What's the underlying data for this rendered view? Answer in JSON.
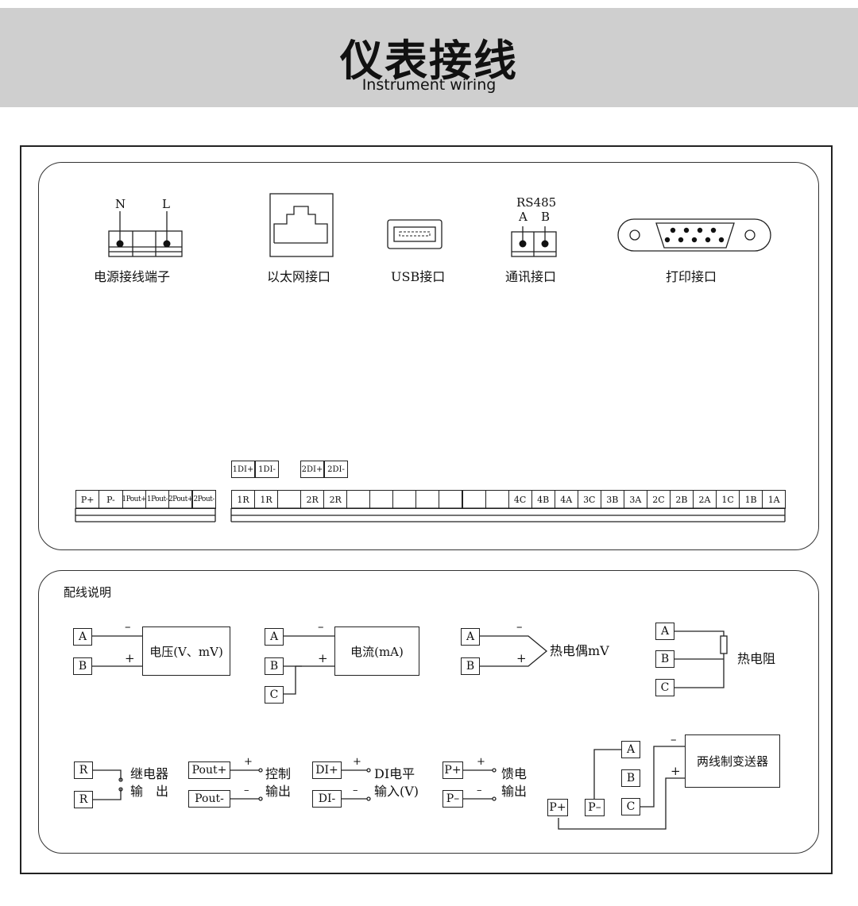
{
  "header": {
    "title": "仪表接线",
    "subtitle": "Instrument wiring"
  },
  "ports": {
    "power": {
      "n": "N",
      "l": "L",
      "label": "电源接线端子"
    },
    "ethernet": {
      "label": "以太网接口"
    },
    "usb": {
      "label": "USB接口"
    },
    "comm": {
      "title": "RS485",
      "a": "A",
      "b": "B",
      "label": "通讯接口"
    },
    "printer": {
      "label": "打印接口"
    }
  },
  "terminals": {
    "left": [
      "P+",
      "P-",
      "1Pout+",
      "1Pout-",
      "2Pout+",
      "2Pout-"
    ],
    "right": [
      "1R",
      "1R",
      "",
      "2R",
      "2R",
      "",
      "",
      "",
      "",
      "",
      "",
      "",
      "4C",
      "4B",
      "4A",
      "3C",
      "3B",
      "3A",
      "2C",
      "2B",
      "2A",
      "1C",
      "1B",
      "1A"
    ],
    "di": [
      "1DI+",
      "1DI-",
      "2DI+",
      "2DI-"
    ]
  },
  "wiring": {
    "title": "配线说明",
    "voltage": {
      "a": "A",
      "b": "B",
      "minus": "–",
      "plus": "+",
      "label": "电压(V、mV)"
    },
    "current": {
      "a": "A",
      "b": "B",
      "c": "C",
      "minus": "–",
      "plus": "+",
      "label": "电流(mA)"
    },
    "thermocouple": {
      "a": "A",
      "b": "B",
      "minus": "–",
      "plus": "+",
      "label": "热电偶mV"
    },
    "rtd": {
      "a": "A",
      "b": "B",
      "c": "C",
      "label": "热电阻"
    },
    "relay": {
      "r1": "R",
      "r2": "R",
      "line1": "继电器",
      "line2": "输　出"
    },
    "control": {
      "p": "Pout+",
      "m": "Pout-",
      "plus": "+",
      "minus": "–",
      "line1": "控制",
      "line2": "输出"
    },
    "di": {
      "p": "DI+",
      "m": "DI-",
      "plus": "+",
      "minus": "–",
      "line1": "DI电平",
      "line2": "输入(V)"
    },
    "feed": {
      "p": "P+",
      "m": "P–",
      "plus": "+",
      "minus": "–",
      "line1": "馈电",
      "line2": "输出"
    },
    "transmitter": {
      "a": "A",
      "b": "B",
      "c": "C",
      "pp": "P+",
      "pm": "P–",
      "minus": "–",
      "plus": "+",
      "label": "两线制变送器"
    }
  }
}
